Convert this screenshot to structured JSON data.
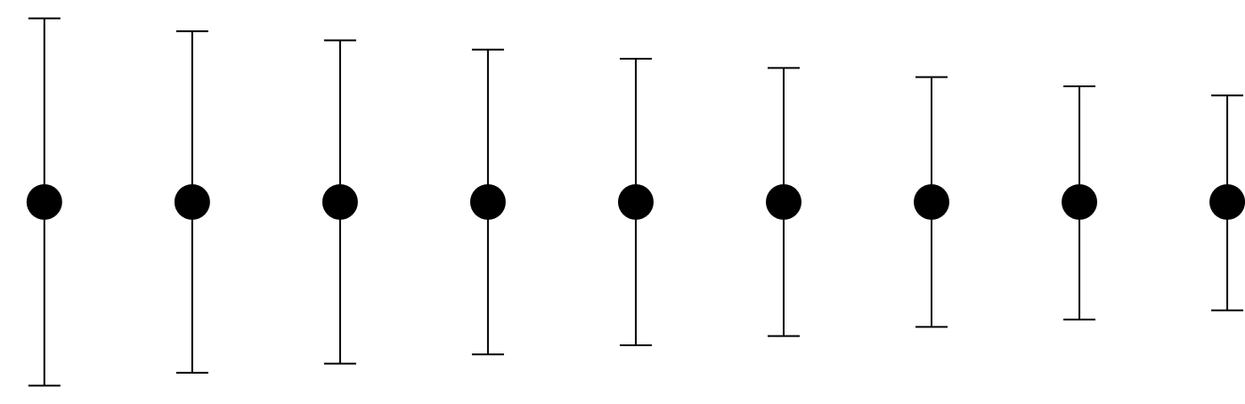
{
  "chart_data": {
    "type": "scatter",
    "title": "",
    "xlabel": "",
    "ylabel": "",
    "x": [
      1,
      2,
      3,
      4,
      5,
      6,
      7,
      8,
      9
    ],
    "y": [
      0,
      0,
      0,
      0,
      0,
      0,
      0,
      0,
      0
    ],
    "error_lower": [
      -1.0,
      -0.93,
      -0.88,
      -0.83,
      -0.78,
      -0.73,
      -0.68,
      -0.64,
      -0.59
    ],
    "error_upper": [
      1.0,
      0.93,
      0.88,
      0.83,
      0.78,
      0.73,
      0.68,
      0.63,
      0.58
    ],
    "xlim": [
      0.7,
      9.12
    ],
    "ylim": [
      -1.1,
      1.1
    ],
    "grid": false,
    "legend": "none",
    "axes_visible": false,
    "colors": {
      "marker": "#000000",
      "error_bar": "#000000",
      "background": "#ffffff"
    }
  }
}
